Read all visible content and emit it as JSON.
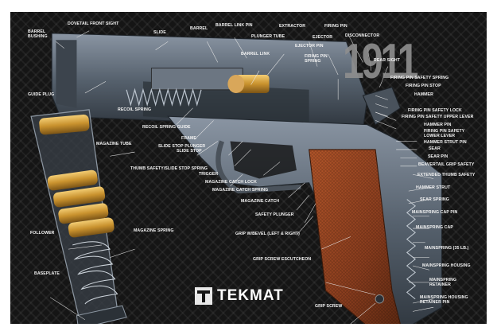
{
  "title": "1911",
  "brand": {
    "name": "TEKMAT"
  },
  "labels": {
    "dovetail_front_sight": "DOVETAIL FRONT SIGHT",
    "barrel_bushing": "BARREL\nBUSHING",
    "slide": "SLIDE",
    "barrel": "BARREL",
    "barrel_link_pin": "BARREL LINK PIN",
    "plunger_tube": "PLUNGER TUBE",
    "extractor": "EXTRACTOR",
    "firing_pin": "FIRING PIN",
    "ejector": "EJECTOR",
    "disconnector": "DISCONNECTOR",
    "ejector_pin": "EJECTOR PIN",
    "barrel_link": "BARREL LINK",
    "firing_pin_spring": "FIRING PIN\nSPRING",
    "rear_sight": "REAR SIGHT",
    "guide_plug": "GUIDE PLUG",
    "firing_pin_safety_spring": "FIRING PIN SAFETY SPRING",
    "firing_pin_stop": "FIRING PIN STOP",
    "hammer": "HAMMER",
    "recoil_spring": "RECOIL SPRING",
    "firing_pin_safety_lock": "FIRING PIN SAFETY LOCK",
    "firing_pin_safety_upper_lever": "FIRING PIN SAFETY UPPER LEVER",
    "recoil_spring_guide": "RECOIL SPRING GUIDE",
    "hammer_pin": "HAMMER PIN",
    "magazine_tube": "MAGAZINE TUBE",
    "frame": "FRAME",
    "firing_pin_safety_lower_lever": "FIRING PIN SAFETY\nLOWER LEVER",
    "slide_stop_plunger": "SLIDE STOP PLUNGER",
    "hammer_strut_pin": "HAMMER STRUT PIN",
    "slide_stop": "SLIDE STOP",
    "sear": "SEAR",
    "thumb_safety_slide_stop_spring": "THUMB SAFETY/SLIDE STOP SPRING",
    "sear_pin": "SEAR PIN",
    "beavertail_grip_safety": "BEAVERTAIL GRIP SAFETY",
    "trigger": "TRIGGER",
    "extended_thumb_safety": "EXTENDED THUMB SAFETY",
    "magazine_catch_lock": "MAGAZINE CATCH LOCK",
    "magazine_catch_spring": "MAGAZINE CATCH SPRING",
    "hammer_strut": "HAMMER STRUT",
    "magazine_catch": "MAGAZINE CATCH",
    "sear_spring": "SEAR SPRING",
    "safety_plunger": "SAFETY PLUNGER",
    "mainspring_cap_pin": "MAINSPRING CAP PIN",
    "follower": "FOLLOWER",
    "magazine_spring": "MAGAZINE SPRING",
    "grip_w_bevel": "GRIP W/BEVEL (LEFT & RIGHT)",
    "mainspring_cap": "MAINSPRING CAP",
    "mainspring": "MAINSPRING (35 LB.)",
    "grip_screw_escutcheon": "GRIP SCREW ESCUTCHEON",
    "mainspring_housing": "MAINSPRING HOUSING",
    "baseplate": "BASEPLATE",
    "mainspring_retainer": "MAINSPRING\nRETAINER",
    "grip_screw": "GRIP SCREW",
    "mainspring_housing_retainer_pin": "MAINSPRING HOUSING\nRETAINER PIN"
  },
  "colors": {
    "background": "#151515",
    "steel": "#5b6470",
    "brass": "#c9922e",
    "wood": "#8a3d1e",
    "callout": "#e8e8e8"
  }
}
